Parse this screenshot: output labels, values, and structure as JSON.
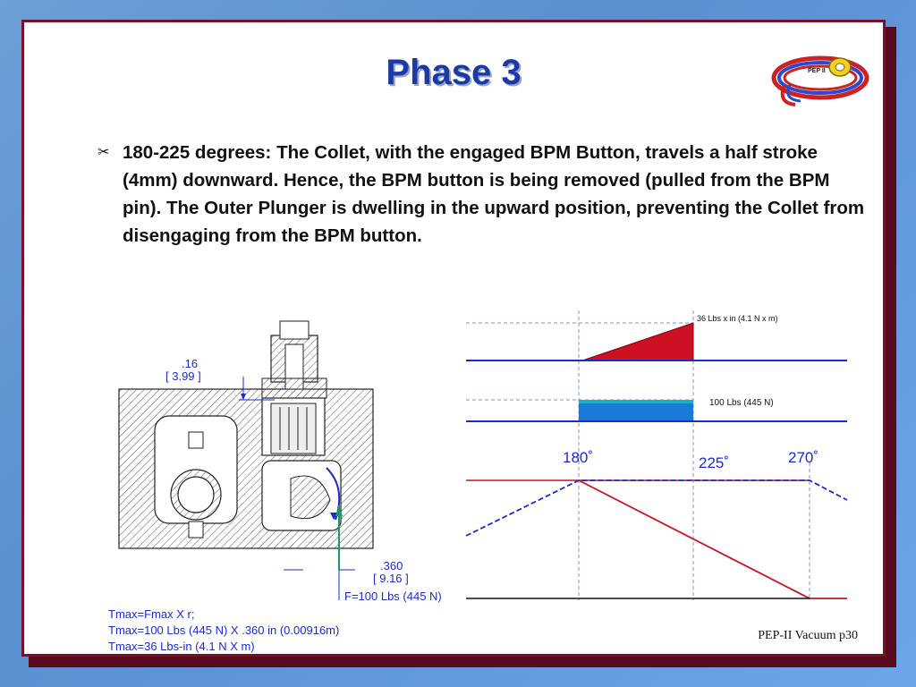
{
  "slide": {
    "title": "Phase 3",
    "bullet_symbol": "✂",
    "bullet_text": "180-225 degrees:  The Collet, with the engaged BPM Button, travels a half stroke (4mm) downward.  Hence, the BPM button is being removed (pulled from the BPM pin).  The Outer Plunger is dwelling in the upward position, preventing the Collet from disengaging from the BPM button.",
    "footer": "PEP-II Vacuum  p30"
  },
  "logo": {
    "text": "PEP II",
    "icon": "pep-ii-ring-logo"
  },
  "mechanism": {
    "dim_top_1": ".16",
    "dim_top_2": "[ 3.99 ]",
    "dim_bottom_1": ".360",
    "dim_bottom_2": "[ 9.16 ]",
    "force_label": "F=100 Lbs (445 N)",
    "eq1": "Tmax=Fmax X r;",
    "eq2": "Tmax=100 Lbs (445 N) X .360 in (0.00916m)",
    "eq3": "Tmax=36 Lbs-in (4.1 N X m)"
  },
  "timing": {
    "torque_label": "36 Lbs x in (4.1 N x m)",
    "force_label": "100 Lbs (445 N)",
    "deg_180": "180˚",
    "deg_225": "225˚",
    "deg_270": "270˚",
    "colors": {
      "blue": "#1a2ccf",
      "red": "#cc1122",
      "cyan": "#1ab0c8",
      "dash": "#8a8fc0"
    }
  }
}
